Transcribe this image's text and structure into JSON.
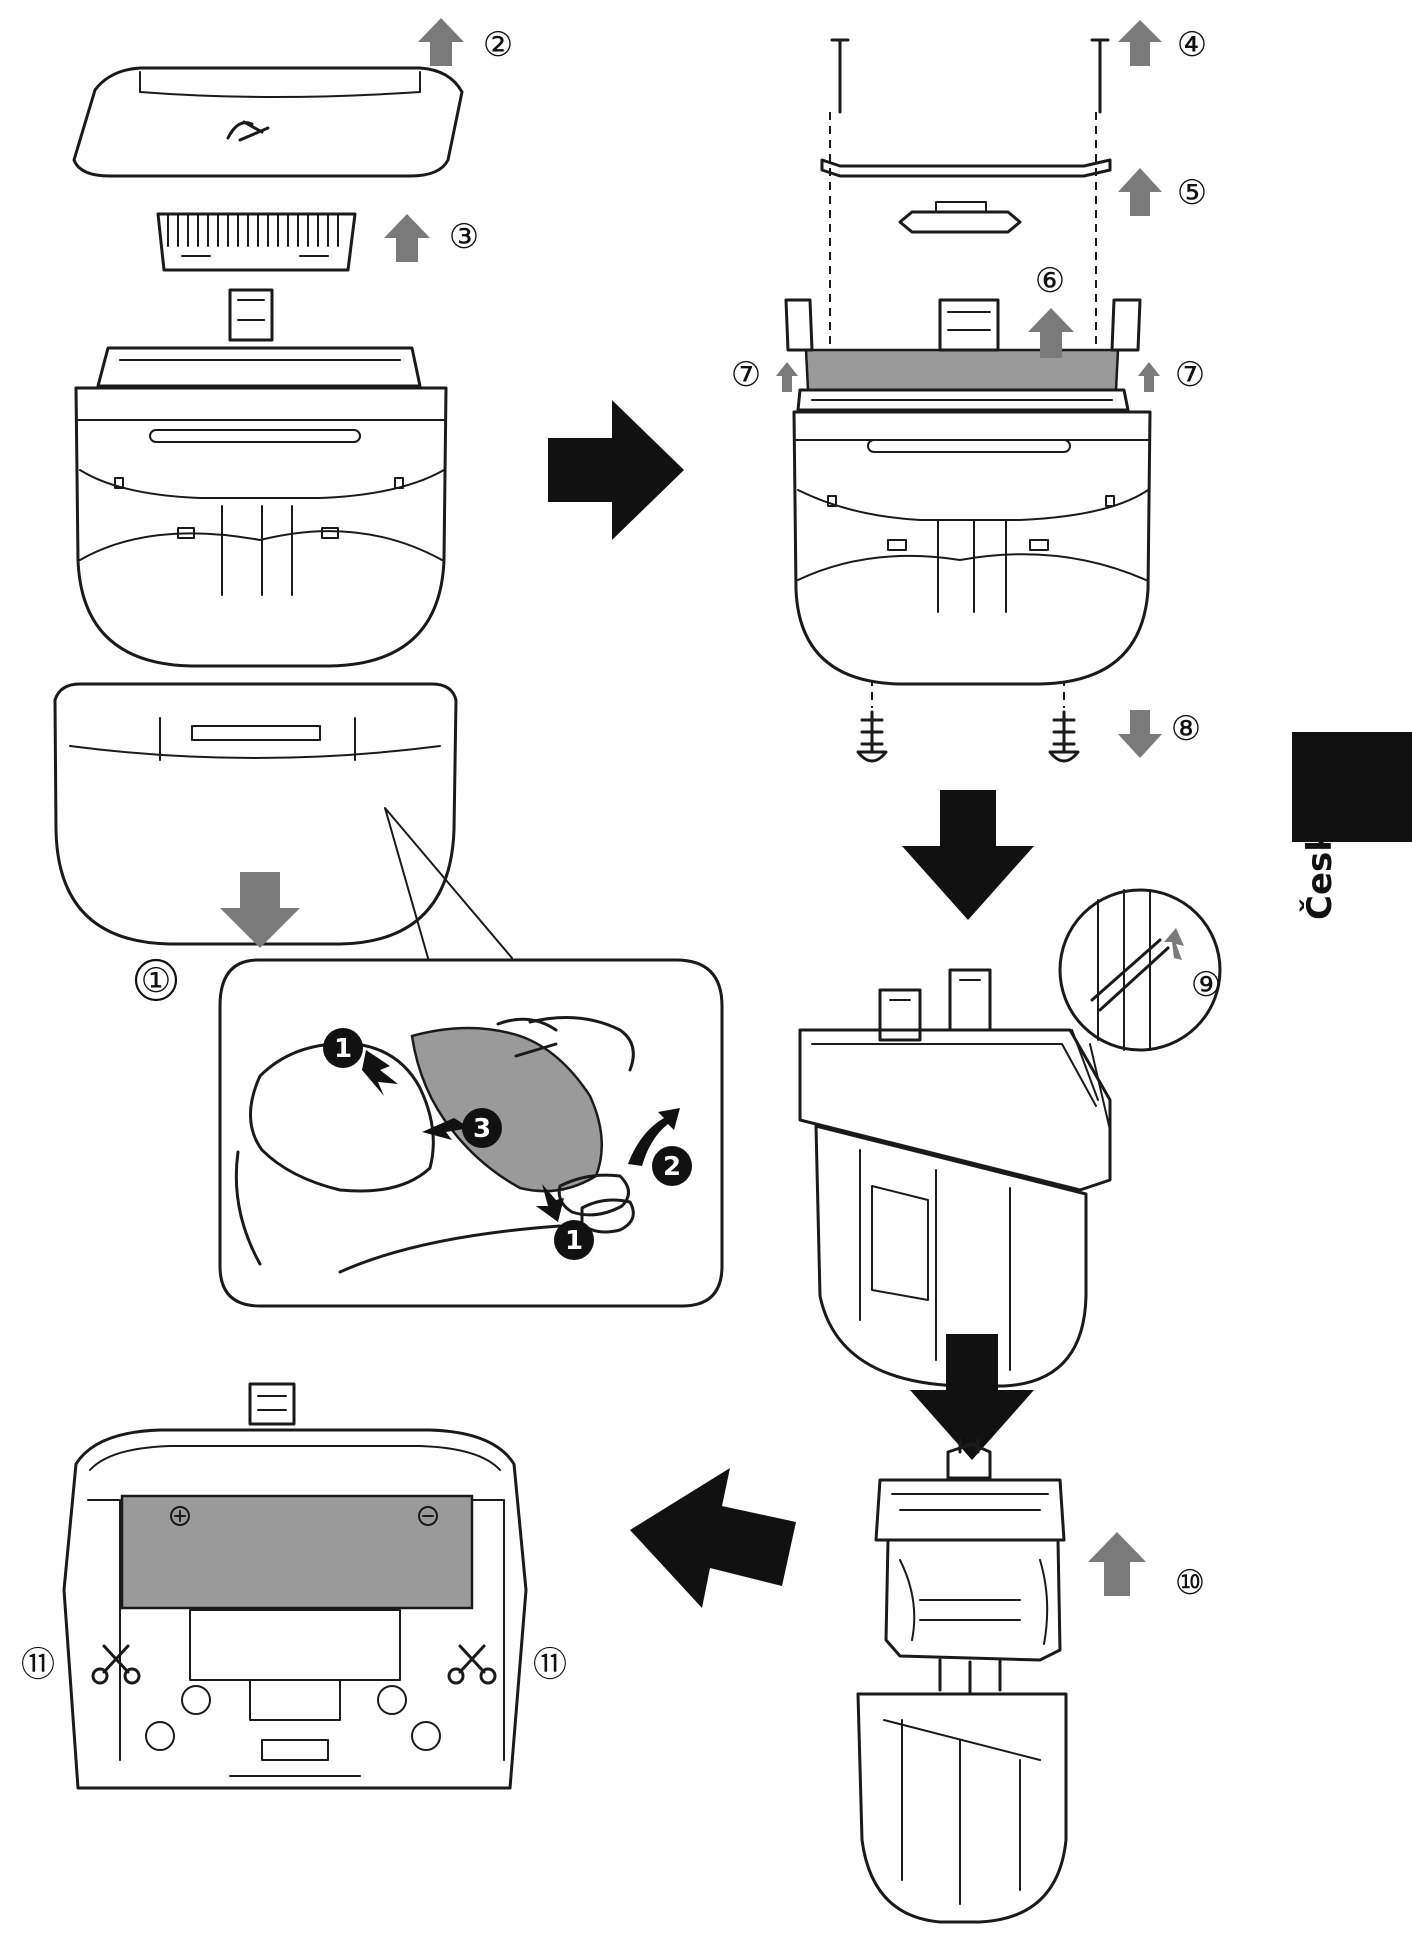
{
  "language_tab": {
    "label": "Česky",
    "color": "#111111"
  },
  "steps": [
    {
      "id": "step-1",
      "label": "①"
    },
    {
      "id": "step-2",
      "label": "②"
    },
    {
      "id": "step-3",
      "label": "③"
    },
    {
      "id": "step-4",
      "label": "④"
    },
    {
      "id": "step-5",
      "label": "⑤"
    },
    {
      "id": "step-6",
      "label": "⑥"
    },
    {
      "id": "step-7a",
      "label": "⑦"
    },
    {
      "id": "step-7b",
      "label": "⑦"
    },
    {
      "id": "step-8",
      "label": "⑧"
    },
    {
      "id": "step-9",
      "label": "⑨"
    },
    {
      "id": "step-10",
      "label": "⑩"
    },
    {
      "id": "step-11a",
      "label": "⑪"
    },
    {
      "id": "step-11b",
      "label": "⑪"
    }
  ],
  "detail_badges": [
    "1",
    "1",
    "2",
    "3"
  ],
  "colors": {
    "step_arrow": "#7a7a7a",
    "flow_arrow": "#111111",
    "battery": "#9a9a9a"
  }
}
